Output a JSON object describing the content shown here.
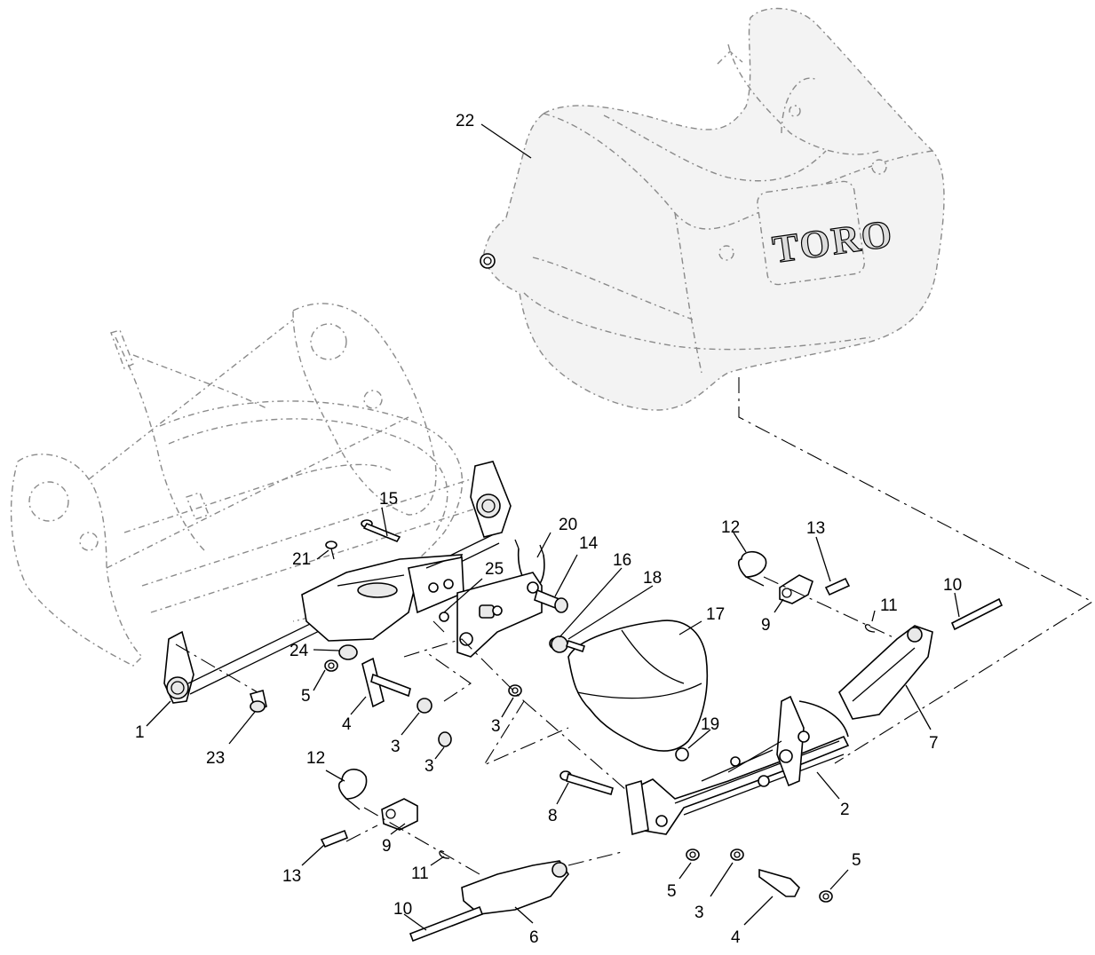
{
  "diagram": {
    "logo": "TORO",
    "callouts": [
      {
        "id": "c22",
        "label": "22"
      },
      {
        "id": "c15",
        "label": "15"
      },
      {
        "id": "c21",
        "label": "21"
      },
      {
        "id": "c20",
        "label": "20"
      },
      {
        "id": "c14",
        "label": "14"
      },
      {
        "id": "c16",
        "label": "16"
      },
      {
        "id": "c18",
        "label": "18"
      },
      {
        "id": "c25",
        "label": "25"
      },
      {
        "id": "c12a",
        "label": "12"
      },
      {
        "id": "c13a",
        "label": "13"
      },
      {
        "id": "c10a",
        "label": "10"
      },
      {
        "id": "c11a",
        "label": "11"
      },
      {
        "id": "c9a",
        "label": "9"
      },
      {
        "id": "c17",
        "label": "17"
      },
      {
        "id": "c24",
        "label": "24"
      },
      {
        "id": "c5a",
        "label": "5"
      },
      {
        "id": "c4a",
        "label": "4"
      },
      {
        "id": "c1",
        "label": "1"
      },
      {
        "id": "c23",
        "label": "23"
      },
      {
        "id": "c3a",
        "label": "3"
      },
      {
        "id": "c3b",
        "label": "3"
      },
      {
        "id": "c3c",
        "label": "3"
      },
      {
        "id": "c19",
        "label": "19"
      },
      {
        "id": "c7",
        "label": "7"
      },
      {
        "id": "c12b",
        "label": "12"
      },
      {
        "id": "c2",
        "label": "2"
      },
      {
        "id": "c8",
        "label": "8"
      },
      {
        "id": "c9b",
        "label": "9"
      },
      {
        "id": "c13b",
        "label": "13"
      },
      {
        "id": "c11b",
        "label": "11"
      },
      {
        "id": "c10b",
        "label": "10"
      },
      {
        "id": "c6",
        "label": "6"
      },
      {
        "id": "c5b",
        "label": "5"
      },
      {
        "id": "c3d",
        "label": "3"
      },
      {
        "id": "c4b",
        "label": "4"
      },
      {
        "id": "c5c",
        "label": "5"
      }
    ]
  }
}
